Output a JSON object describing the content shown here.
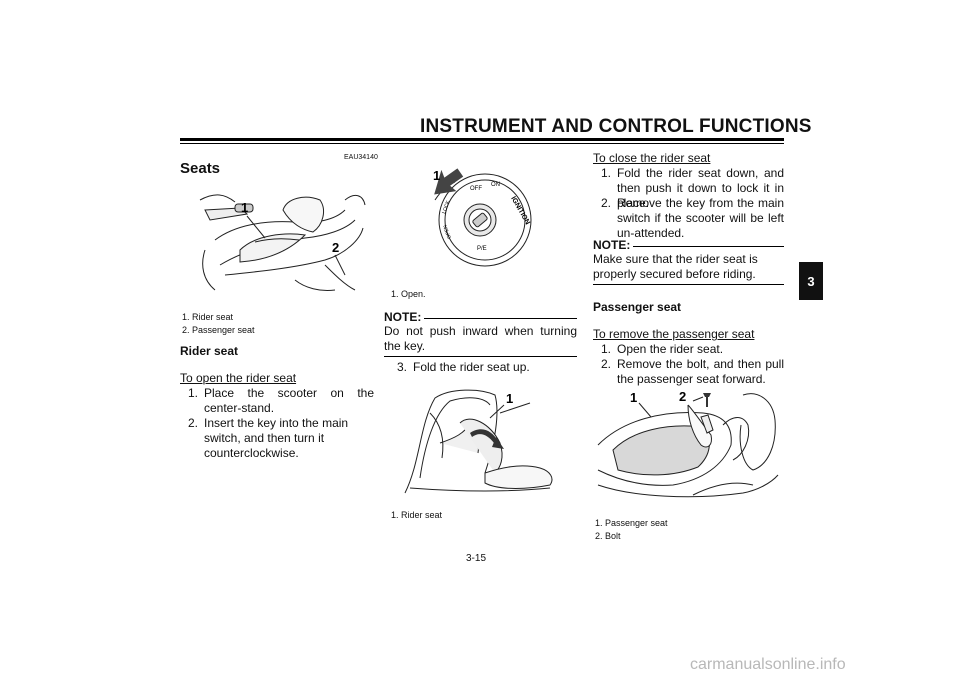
{
  "header": {
    "title": "INSTRUMENT AND CONTROL FUNCTIONS",
    "tab": "3",
    "page_number": "3-15"
  },
  "left": {
    "code": "EAU34140",
    "heading": "Seats",
    "fig": {
      "label1": "1",
      "label2": "2"
    },
    "captions": [
      "1. Rider seat",
      "2. Passenger seat"
    ],
    "subheading": "Rider seat",
    "procedure_title": "To open the rider seat",
    "steps": [
      {
        "n": "1.",
        "text": "Place the scooter on the center-stand."
      },
      {
        "n": "2.",
        "text": "Insert the key into the main switch, and then turn it counterclockwise."
      }
    ]
  },
  "middle": {
    "fig1": {
      "label1": "1",
      "caption": "1. Open.",
      "switch_text": [
        "OFF",
        "ON",
        "IGNITION",
        "LOCK",
        "OPEN",
        "P/E"
      ]
    },
    "note_label": "NOTE:",
    "note_text": "Do not push inward when turning the key.",
    "step3": {
      "n": "3.",
      "text": "Fold the rider seat up."
    },
    "fig2": {
      "label1": "1",
      "caption": "1. Rider seat"
    }
  },
  "right": {
    "close_title": "To close the rider seat",
    "close_steps": [
      {
        "n": "1.",
        "text": "Fold the rider seat down, and then push it down to lock it in place."
      },
      {
        "n": "2.",
        "text": "Remove the key from the main switch if the scooter will be left un-attended."
      }
    ],
    "note_label": "NOTE:",
    "note_text": "Make sure that the rider seat is properly secured before riding.",
    "subheading": "Passenger seat",
    "remove_title": "To remove the passenger seat",
    "remove_steps": [
      {
        "n": "1.",
        "text": "Open the rider seat."
      },
      {
        "n": "2.",
        "text": "Remove the bolt, and then pull the passenger seat forward."
      }
    ],
    "fig": {
      "label1": "1",
      "label2": "2"
    },
    "captions": [
      "1. Passenger seat",
      "2. Bolt"
    ]
  },
  "footer": {
    "watermark": "carmanualsonline.info"
  }
}
